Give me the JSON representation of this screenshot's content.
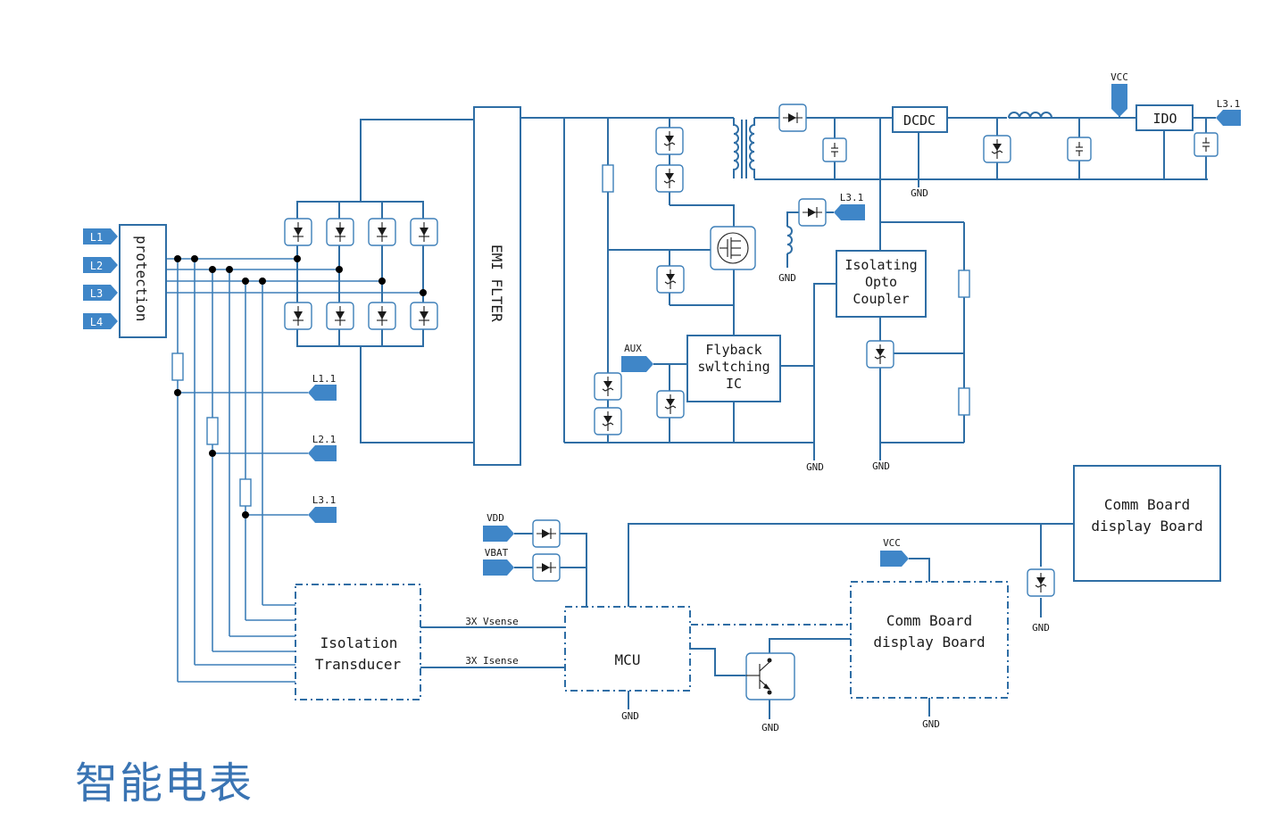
{
  "title": "智能电表",
  "protection": "protection",
  "emi_filter": "EMI FLTER",
  "line_inputs": [
    "L1",
    "L2",
    "L3",
    "L4"
  ],
  "flyback": [
    "Flyback",
    "swltching",
    "IC"
  ],
  "opto": [
    "Isolating",
    "Opto",
    "Coupler"
  ],
  "dcdc": "DCDC",
  "ido": "IDO",
  "mcu": "MCU",
  "isolation": [
    "Isolation",
    "Transducer"
  ],
  "comm_board_right": [
    "Comm Board",
    "display Board"
  ],
  "comm_board_mid": [
    "Comm Board",
    "display Board"
  ],
  "signals": {
    "aux": "AUX",
    "vcc_top": "VCC",
    "vcc_mid": "VCC",
    "vdd": "VDD",
    "vbat": "VBAT",
    "l31_out": "L3.1",
    "l31_opto": "L3.1",
    "l11": "L1.1",
    "l21": "L2.1",
    "l31": "L3.1",
    "vsense": "3X Vsense",
    "isense": "3X Isense"
  },
  "gnd": {
    "dcdc": "GND",
    "inductor": "GND",
    "flyback": "GND",
    "opto": "GND",
    "mcu": "GND",
    "transistor": "GND",
    "comm_mid": "GND",
    "comm_right": "GND"
  },
  "colors": {
    "line": "#2f6ea5",
    "tag": "#3f86c8",
    "title": "#3a74b3"
  }
}
